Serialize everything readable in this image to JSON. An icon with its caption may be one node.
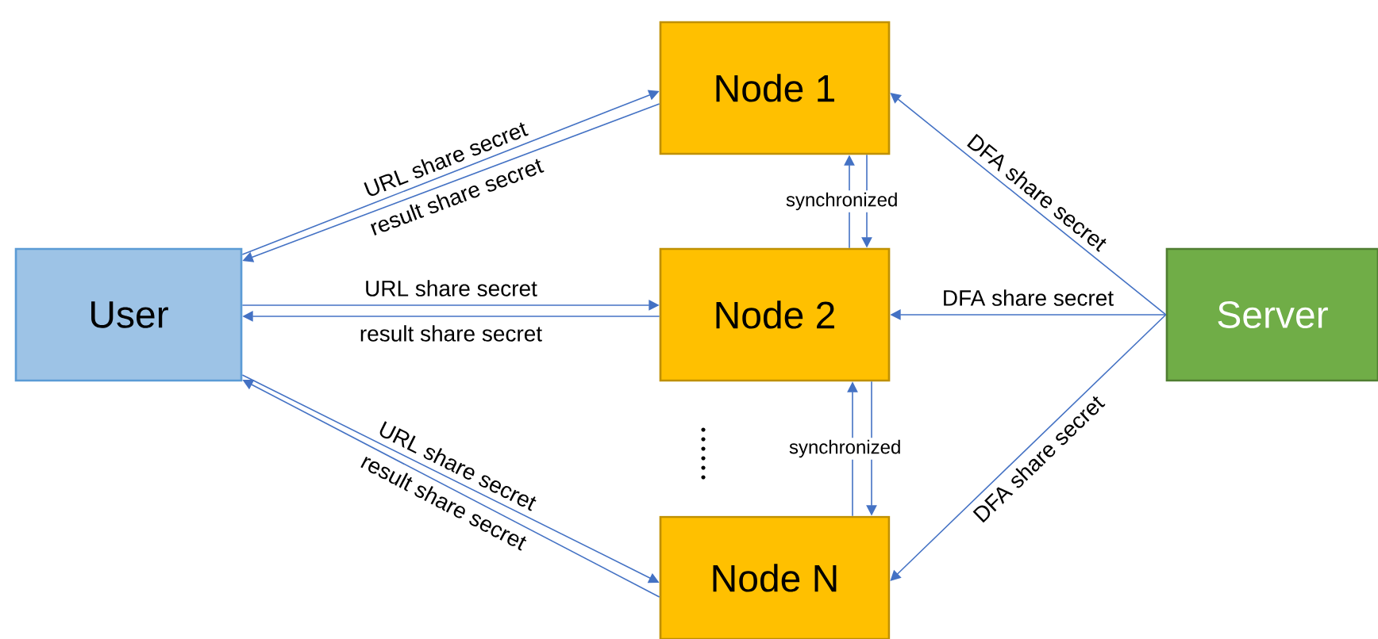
{
  "diagram": {
    "nodes": [
      {
        "text": [
          "User"
        ]
      },
      {
        "text": [
          "Node 1"
        ]
      },
      {
        "text": [
          "Node 2"
        ]
      },
      {
        "text": [
          "Node N"
        ]
      },
      {
        "text": [
          "Server"
        ]
      }
    ],
    "edges": [
      {
        "from": 0,
        "to": 1,
        "arrow": "to",
        "label": "URL share secret"
      },
      {
        "from": 1,
        "to": 0,
        "arrow": "to",
        "label": "result share secret"
      },
      {
        "from": 0,
        "to": 2,
        "arrow": "to",
        "label": "URL share secret"
      },
      {
        "from": 2,
        "to": 0,
        "arrow": "to",
        "label": "result share secret"
      },
      {
        "from": 0,
        "to": 3,
        "arrow": "to",
        "label": "URL share secret"
      },
      {
        "from": 3,
        "to": 0,
        "arrow": "to",
        "label": "result share secret"
      },
      {
        "from": 2,
        "to": 1,
        "arrow": "to",
        "label": "synchronized"
      },
      {
        "from": 1,
        "to": 2,
        "arrow": "to"
      },
      {
        "from": 3,
        "to": 2,
        "arrow": "to",
        "label": "synchronized"
      },
      {
        "from": 2,
        "to": 3,
        "arrow": "to"
      },
      {
        "from": 4,
        "to": 1,
        "arrow": "to",
        "label": "DFA share secret"
      },
      {
        "from": 4,
        "to": 2,
        "arrow": "to",
        "label": "DFA share secret"
      },
      {
        "from": 4,
        "to": 3,
        "arrow": "to",
        "label": "DFA share secret"
      }
    ]
  }
}
